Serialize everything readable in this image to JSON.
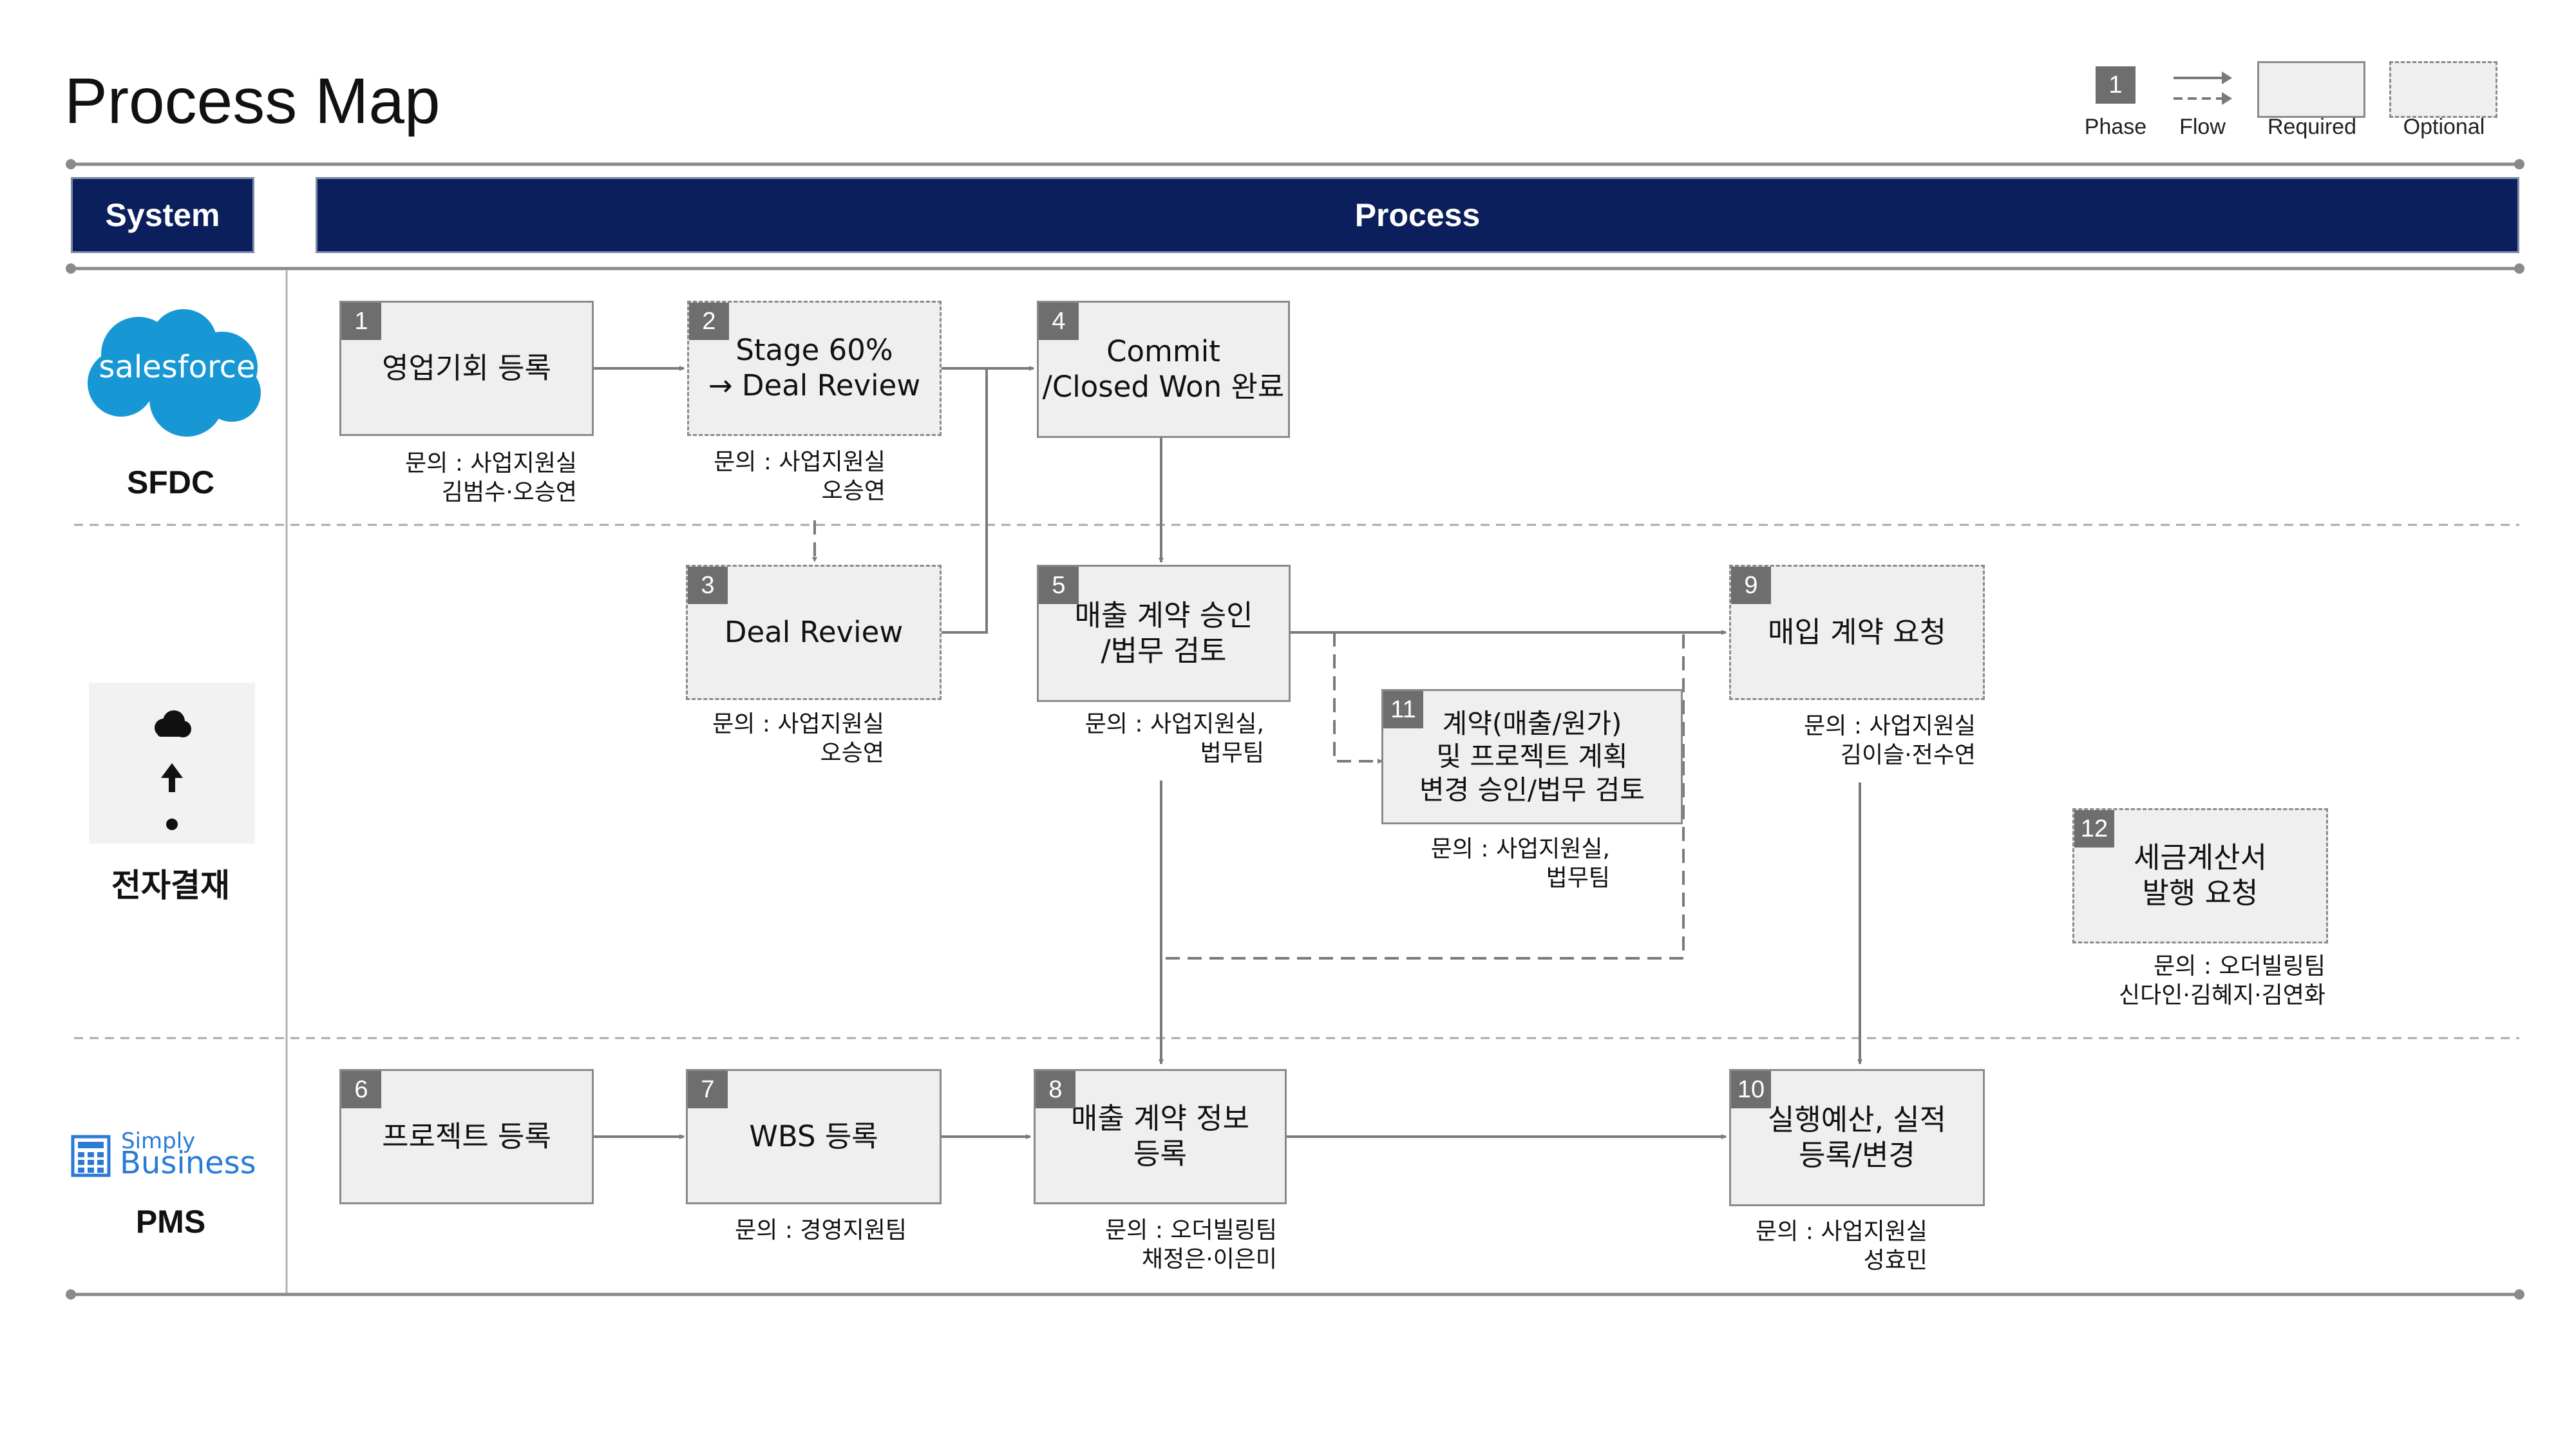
{
  "title": "Process Map",
  "legend": {
    "phase_number": "1",
    "phase_label": "Phase",
    "flow_label": "Flow",
    "required_label": "Required",
    "optional_label": "Optional"
  },
  "headers": {
    "system": "System",
    "process": "Process"
  },
  "systems": {
    "sfdc": {
      "logo_text": "salesforce",
      "name": "SFDC"
    },
    "approval": {
      "name": "전자결재"
    },
    "pms": {
      "logo_line1": "Simply",
      "logo_line2": "Business",
      "name": "PMS"
    }
  },
  "steps": [
    {
      "num": "1",
      "label": "영업기회 등록",
      "note": "문의 : 사업지원실\n김범수·오승연"
    },
    {
      "num": "2",
      "label": "Stage 60%\n→ Deal Review",
      "note": "문의 : 사업지원실\n오승연"
    },
    {
      "num": "3",
      "label": "Deal Review",
      "note": "문의 : 사업지원실\n오승연"
    },
    {
      "num": "4",
      "label": "Commit\n/Closed Won 완료",
      "note": ""
    },
    {
      "num": "5",
      "label": "매출 계약 승인\n/법무 검토",
      "note": "문의 : 사업지원실,\n법무팀"
    },
    {
      "num": "6",
      "label": "프로젝트 등록",
      "note": ""
    },
    {
      "num": "7",
      "label": "WBS 등록",
      "note": "문의 : 경영지원팀"
    },
    {
      "num": "8",
      "label": "매출 계약 정보\n등록",
      "note": "문의 : 오더빌링팀\n채정은·이은미"
    },
    {
      "num": "9",
      "label": "매입 계약 요청",
      "note": "문의 : 사업지원실\n김이슬·전수연"
    },
    {
      "num": "10",
      "label": "실행예산, 실적\n등록/변경",
      "note": "문의 : 사업지원실\n성효민"
    },
    {
      "num": "11",
      "label": "계약(매출/원가)\n및 프로젝트 계획\n변경 승인/법무 검토",
      "note": "문의 : 사업지원실,\n법무팀"
    },
    {
      "num": "12",
      "label": "세금계산서\n발행 요청",
      "note": "문의 : 오더빌링팀\n신다인·김혜지·김연화"
    }
  ]
}
